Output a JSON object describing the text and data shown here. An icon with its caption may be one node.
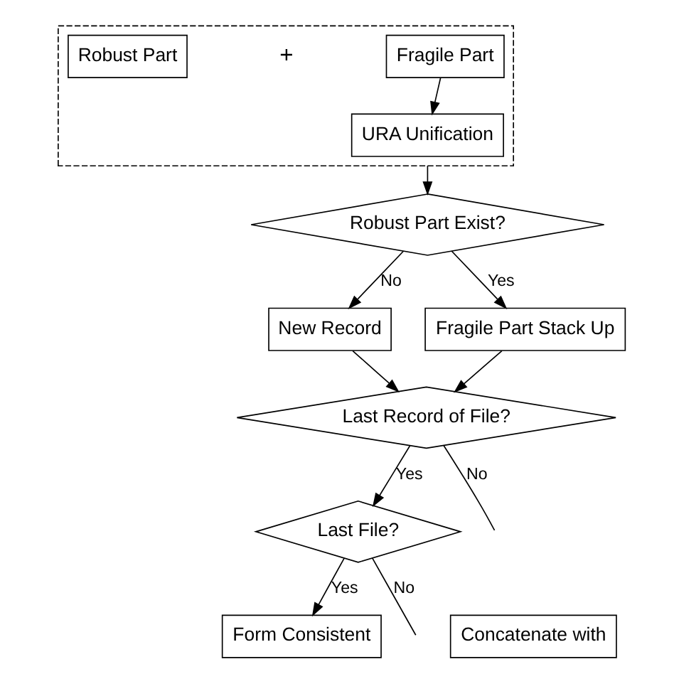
{
  "diagram": {
    "nodes": [
      {
        "text": [],
        "shape": "box"
      },
      {
        "text": [
          "Robust Part"
        ],
        "in": 0
      },
      {
        "text": [
          "Fragile Part"
        ],
        "in": 0
      },
      {
        "text": [
          "URA Unification"
        ],
        "in": 0
      },
      {
        "text": [
          "Robust Part Exist?"
        ]
      },
      {
        "text": [
          "New Record"
        ]
      },
      {
        "text": [
          "Fragile Part Stack Up"
        ]
      },
      {
        "text": [
          "Last Record of File?"
        ]
      },
      {
        "text": [
          "Last File?"
        ]
      },
      {
        "text": [
          "Form Consistent"
        ]
      },
      {
        "text": [
          "Concatenate with"
        ]
      }
    ],
    "edges": [
      {
        "from": 2,
        "to": 3,
        "arrow": "to"
      },
      {
        "from": 0,
        "to": 4,
        "arrow": "to"
      },
      {
        "from": 4,
        "to": 5,
        "label": "No",
        "arrow": "to"
      },
      {
        "from": 4,
        "to": 6,
        "label": "Yes",
        "arrow": "to"
      },
      {
        "from": 5,
        "to": 7,
        "arrow": "to"
      },
      {
        "from": 6,
        "to": 7,
        "arrow": "to"
      },
      {
        "from": 7,
        "to": null,
        "label": "No",
        "arrow": "none"
      },
      {
        "from": 7,
        "to": 8,
        "label": "Yes",
        "arrow": "to"
      },
      {
        "from": 8,
        "to": null,
        "label": "No",
        "arrow": "none"
      },
      {
        "from": 8,
        "to": 9,
        "label": "Yes",
        "arrow": "to"
      }
    ],
    "labels": [
      "+"
    ]
  }
}
